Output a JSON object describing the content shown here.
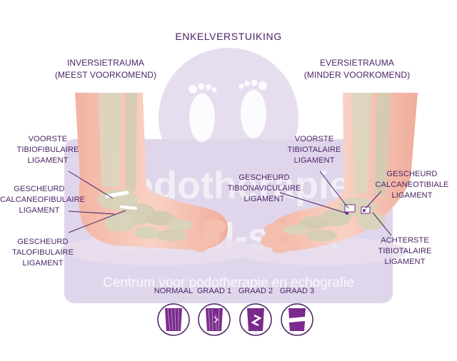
{
  "title": "ENKELVERSTUIKING",
  "left": {
    "heading_line1": "INVERSIETRAUMA",
    "heading_line2": "(MEEST VOORKOMEND)",
    "label1": [
      "VOORSTE",
      "TIBIOFIBULAIRE",
      "LIGAMENT"
    ],
    "label2": [
      "GESCHEURD",
      "CALCANEOFIBULAIRE",
      "LIGAMENT"
    ],
    "label3": [
      "GESCHEURD",
      "TALOFIBULAIRE",
      "LIGAMENT"
    ]
  },
  "right": {
    "heading_line1": "EVERSIETRAUMA",
    "heading_line2": "(MINDER VOORKOMEND)",
    "label1": [
      "VOORSTE",
      "TIBIOTALAIRE",
      "LIGAMENT"
    ],
    "label2": [
      "GESCHEURD",
      "TIBIONAVICULAIRE",
      "LIGAMENT"
    ],
    "label3": [
      "GESCHEURD",
      "CALCANEOTIBIALE",
      "LIGAMENT"
    ],
    "label4": [
      "ACHTERSTE",
      "TIBIOTALAIRE",
      "LIGAMENT"
    ]
  },
  "watermark_tagline": "Centrum voor podotherapie en echografie",
  "grades": [
    "NORMAAL",
    "GRAAD 1",
    "GRAAD 2",
    "GRAAD 3"
  ],
  "colors": {
    "text": "#4b2466",
    "ligament": "#7a2a8c",
    "skin": "#f6c3b4",
    "bone": "#d9d4bd",
    "watermark": "#ddd2ea"
  }
}
